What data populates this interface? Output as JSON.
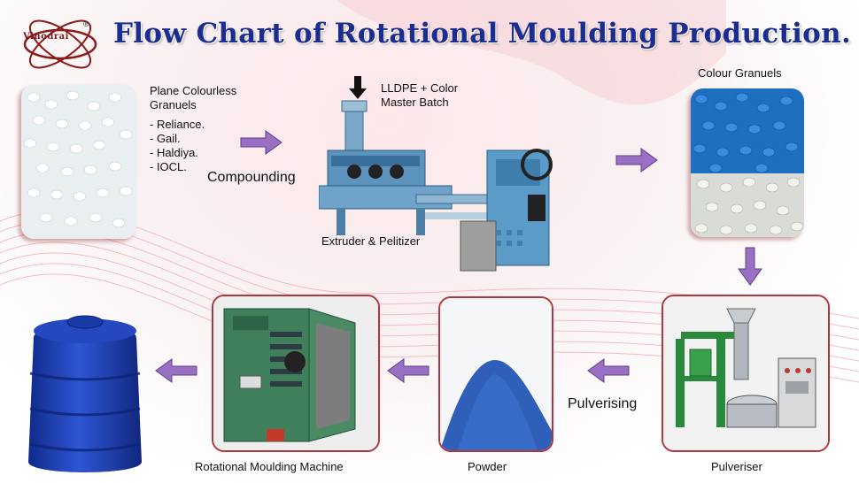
{
  "title": "Flow Chart of Rotational Moulding Production.",
  "logo": {
    "text": "Vinodrai",
    "registered": "®"
  },
  "steps": {
    "raw_material": {
      "heading": "Plane Colourless Granuels",
      "sources": [
        "- Reliance.",
        "- Gail.",
        "- Haldiya.",
        "- IOCL."
      ]
    },
    "compounding_label": "Compounding",
    "extruder": {
      "input": "LLDPE + Color Master Batch",
      "label": "Extruder & Pelitizer"
    },
    "colour_granules": {
      "label": "Colour Granuels"
    },
    "pulveriser": {
      "label": "Pulveriser"
    },
    "pulverising_label": "Pulverising",
    "powder": {
      "label": "Powder"
    },
    "machine": {
      "label": "Rotational Moulding Machine"
    }
  },
  "colors": {
    "title": "#1b2d8f",
    "arrow": "#8a5db3",
    "frame": "#b3363f",
    "tank": "#1f3fb0"
  }
}
